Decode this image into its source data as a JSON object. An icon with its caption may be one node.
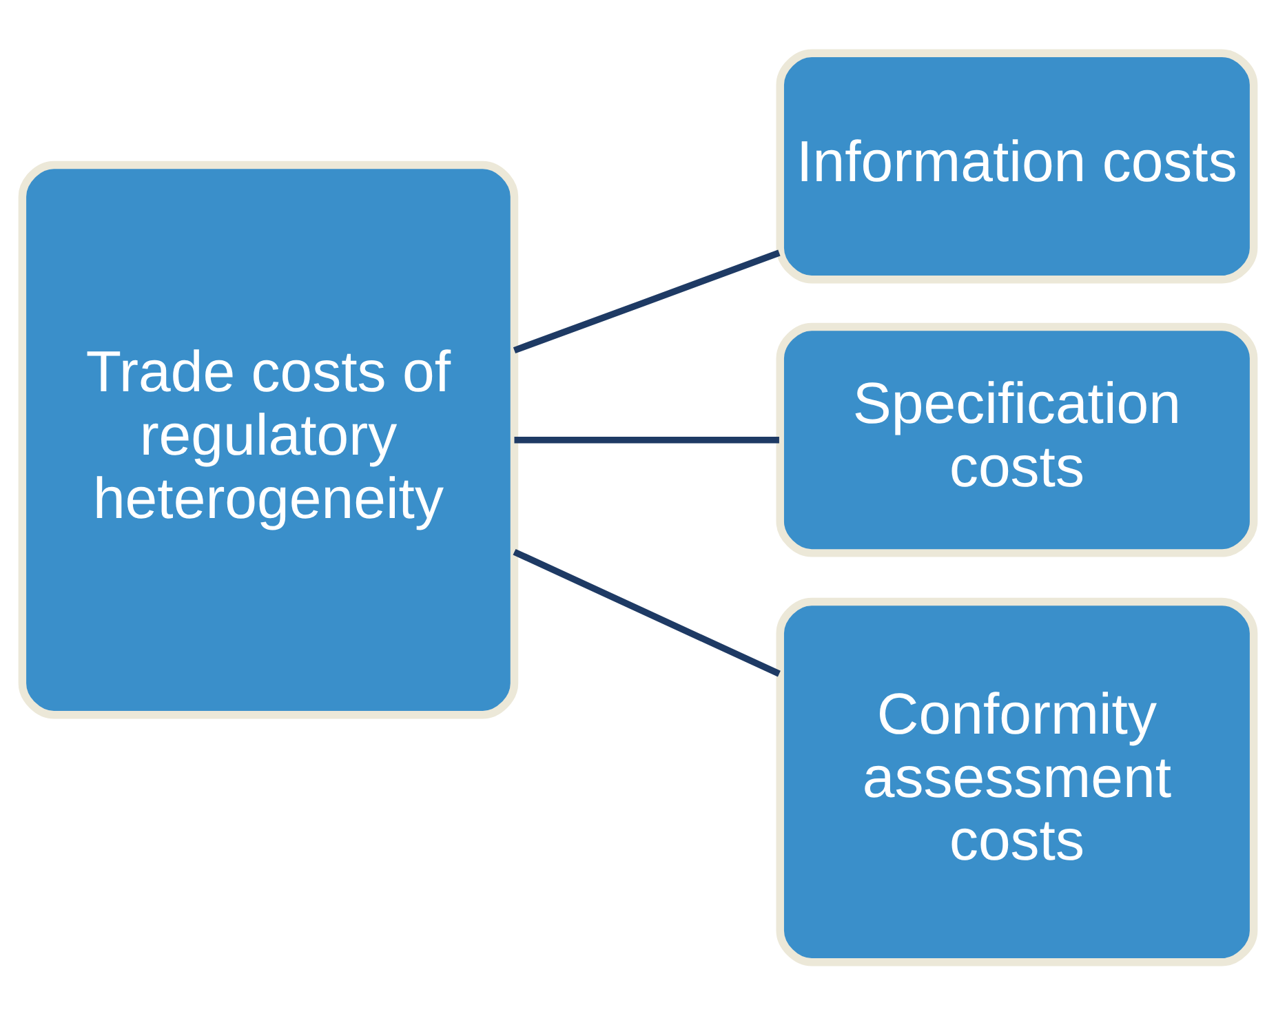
{
  "diagram": {
    "nodes": [
      {
        "text": [
          "Trade costs of regulatory heterogeneity"
        ]
      },
      {
        "text": [
          "Information costs"
        ]
      },
      {
        "text": [
          "Specification costs"
        ]
      },
      {
        "text": [
          "Conformity assessment costs"
        ]
      }
    ],
    "edges": [
      {
        "from": 0,
        "to": 1,
        "arrow": "none"
      },
      {
        "from": 0,
        "to": 2,
        "arrow": "none"
      },
      {
        "from": 0,
        "to": 3,
        "arrow": "none"
      }
    ]
  }
}
